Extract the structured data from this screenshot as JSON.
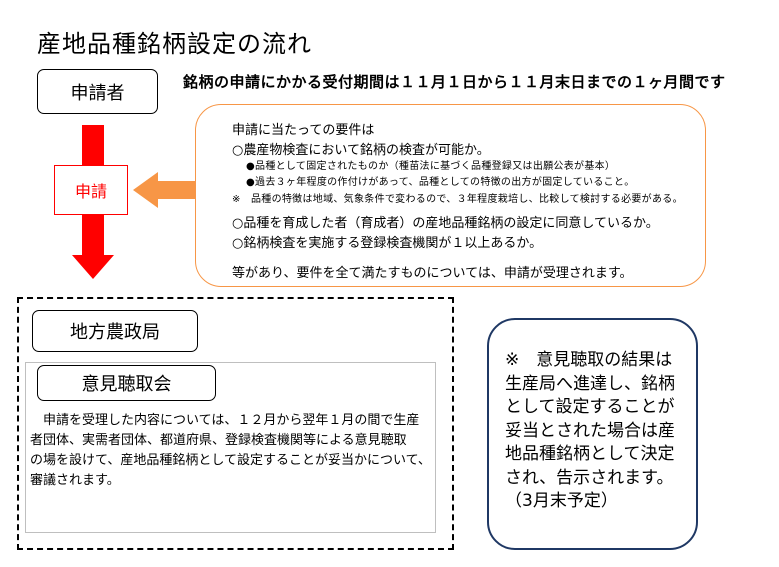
{
  "title": "産地品種銘柄設定の流れ",
  "flow": {
    "applicant": "申請者",
    "period_notice": "銘柄の申請にかかる受付期間は１１月１日から１１月末日までの１ヶ月間です",
    "application": "申請"
  },
  "requirements": {
    "intro": "申請に当たっての要件は",
    "inspection_check": "○農産物検査において銘柄の検査が可能か。",
    "inspection_criteria": [
      "●品種として固定されたものか（種苗法に基づく品種登録又は出願公表が基本）",
      "●過去３ヶ年程度の作付けがあって、品種としての特徴の出方が固定していること。"
    ],
    "inspection_note": "※　品種の特徴は地域、気象条件で変わるので、３年程度栽培し、比較して検討する必要がある。",
    "breeder_consent": "○品種を育成した者（育成者）の産地品種銘柄の設定に同意しているか。",
    "inspection_body": "○銘柄検査を実施する登録検査機関が１以上あるか。",
    "conclusion": "等があり、要件を全て満たすものについては、申請が受理されます。"
  },
  "regional": {
    "office": "地方農政局",
    "hearing": "意見聴取会",
    "hearing_description_lines": [
      "　申請を受理した内容については、１２月から翌年１月の間で生産",
      "者団体、実需者団体、都道府県、登録検査機関等による意見聴取",
      "の場を設けて、産地品種銘柄として設定することが妥当かについて、",
      "審議されます。"
    ]
  },
  "result_note_lines": [
    "※　意見聴取の結果は",
    "生産局へ進達し、銘柄",
    "として設定することが",
    "妥当とされた場合は産",
    "地品種銘柄として決定",
    "され、告示されます。",
    "（3月末予定）"
  ],
  "colors": {
    "flow_arrow": "#FF0000",
    "application_box": "#FF0000",
    "requirement_arrow": "#F79646",
    "requirements_border": "#F79646",
    "result_note_border": "#1F3864"
  }
}
